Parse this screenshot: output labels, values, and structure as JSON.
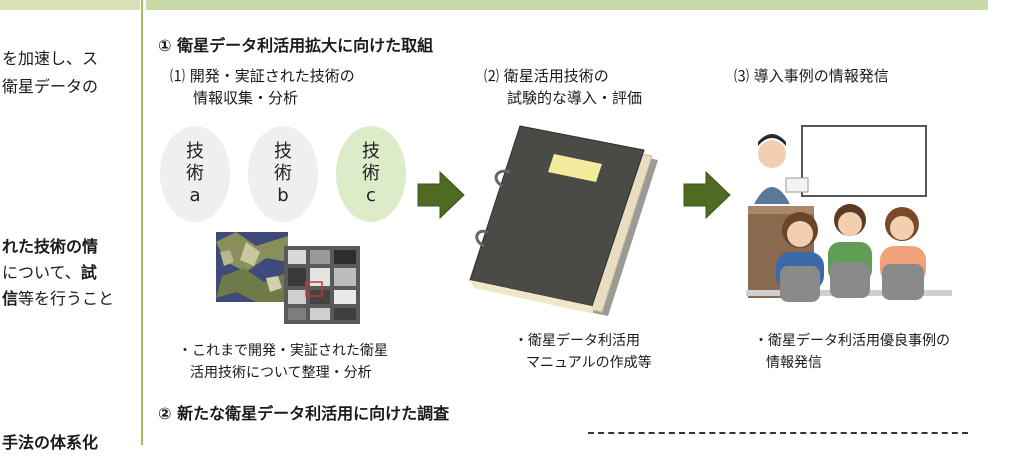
{
  "left_column": {
    "line1": "を加速し、ス",
    "line2": "衛星データの",
    "line3": "れた技術の情",
    "line4a": "について、",
    "line4b": "試",
    "line5a": "信",
    "line5b": "等を行うこと",
    "line6": "手法の体系化"
  },
  "section1": {
    "heading": "①  衛星データ利活用拡大に向けた取組",
    "col1_title_1": "⑴ 開発・実証された技術の",
    "col1_title_2": "情報収集・分析",
    "col2_title_1": "⑵ 衛星活用技術の",
    "col2_title_2": "試験的な導入・評価",
    "col3_title": "⑶ 導入事例の情報発信",
    "circles": [
      {
        "line1": "技",
        "line2": "術",
        "line3": "a",
        "color": "#efefef"
      },
      {
        "line1": "技",
        "line2": "術",
        "line3": "b",
        "color": "#efefef"
      },
      {
        "line1": "技",
        "line2": "術",
        "line3": "c",
        "color": "#dcebc8"
      }
    ],
    "col1_note_1": "・これまで開発・実証された衛星",
    "col1_note_2": "活用技術について整理・分析",
    "col2_note_1": "・衛星データ利活用",
    "col2_note_2": "マニュアルの作成等",
    "col3_note_1": "・衛星データ利活用優良事例の",
    "col3_note_2": "情報発信"
  },
  "section2": {
    "heading": "②  新たな衛星データ利活用に向けた調査"
  },
  "colors": {
    "arrow_fill": "#4f6b22",
    "accent_green": "#9fbe5e",
    "binder": "#4a4a46"
  },
  "icons": [
    "arrow-right-icon",
    "binder-illustration",
    "presentation-illustration",
    "satellite-image"
  ]
}
